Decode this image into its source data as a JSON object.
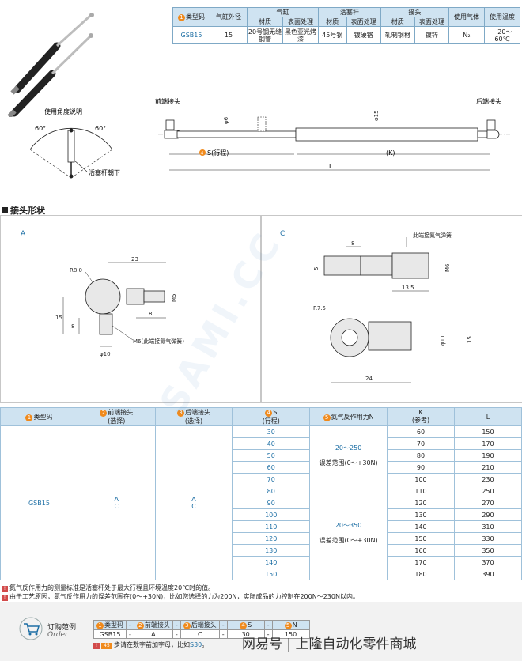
{
  "spec_table": {
    "headers": {
      "type_code": "类型码",
      "cylinder_od": "气缸外径",
      "cylinder": "气缸",
      "piston_rod": "活塞杆",
      "joint": "接头",
      "gas": "使用气体",
      "temp": "使用温度"
    },
    "subheaders": {
      "material": "材质",
      "surface": "表面处理"
    },
    "row": {
      "type_code": "GSB15",
      "cylinder_od": "15",
      "cyl_material": "20号钢无缝钢管",
      "cyl_surface": "黑色亚光烤漆",
      "rod_material": "45号钢",
      "rod_surface": "镀硬铬",
      "joint_material": "轧制钢材",
      "joint_surface": "镀锌",
      "gas": "N₂",
      "temp": "−20～60℃"
    },
    "num1": "1"
  },
  "angle_diagram": {
    "title": "使用角度说明",
    "left_angle": "60°",
    "right_angle": "60°",
    "note": "活塞杆朝下"
  },
  "main_drawing": {
    "front": "前端接头",
    "rear": "后端接头",
    "d6": "φ6",
    "d15": "φ15",
    "stroke_num": "4",
    "stroke": "S(行程)",
    "k": "(K)",
    "l": "L"
  },
  "section_title": "接头形状",
  "joint_a": {
    "label": "A",
    "r": "R8.0",
    "d23": "23",
    "m5": "M5",
    "d15": "15",
    "d8a": "8",
    "d8b": "8",
    "m6": "M6(此端接氮气弹簧)",
    "d10": "φ10"
  },
  "joint_c": {
    "label": "C",
    "d8": "8",
    "note": "此端接氮气弹簧",
    "d5": "5",
    "m6": "M6",
    "d13_5": "13.5",
    "r7_5": "R7.5",
    "d11": "φ11",
    "d15": "15",
    "d24": "24"
  },
  "select_table": {
    "headers": {
      "type": "类型码",
      "front": "前端接头",
      "front_sub": "(选择)",
      "rear": "后端接头",
      "rear_sub": "(选择)",
      "s": "S",
      "s_sub": "(行程)",
      "n": "氮气反作用力N",
      "k": "K",
      "k_sub": "(参考)",
      "l": "L"
    },
    "nums": {
      "n1": "1",
      "n2": "2",
      "n3": "3",
      "n4": "4",
      "n5": "5"
    },
    "type_code": "GSB15",
    "front_opts": [
      "A",
      "C"
    ],
    "rear_opts": [
      "A",
      "C"
    ],
    "force_groups": [
      {
        "range": "20～250",
        "tol": "误差范围(0～+30N)"
      },
      {
        "range": "20～350",
        "tol": "误差范围(0～+30N)"
      }
    ],
    "rows": [
      {
        "s": "30",
        "k": "60",
        "l": "150"
      },
      {
        "s": "40",
        "k": "70",
        "l": "170"
      },
      {
        "s": "50",
        "k": "80",
        "l": "190"
      },
      {
        "s": "60",
        "k": "90",
        "l": "210"
      },
      {
        "s": "70",
        "k": "100",
        "l": "230"
      },
      {
        "s": "80",
        "k": "110",
        "l": "250"
      },
      {
        "s": "90",
        "k": "120",
        "l": "270"
      },
      {
        "s": "100",
        "k": "130",
        "l": "290"
      },
      {
        "s": "110",
        "k": "140",
        "l": "310"
      },
      {
        "s": "120",
        "k": "150",
        "l": "330"
      },
      {
        "s": "130",
        "k": "160",
        "l": "350"
      },
      {
        "s": "140",
        "k": "170",
        "l": "370"
      },
      {
        "s": "150",
        "k": "180",
        "l": "390"
      }
    ]
  },
  "notes": [
    {
      "tag": "!",
      "text": "氮气反作用力的测量标准是活塞杆处于最大行程且环境温度20℃时的值。"
    },
    {
      "tag": "!",
      "text": "由于工艺原因，氮气反作用力的误差范围在(0～+30N)，比如您选择的力为200N，实际成品的力控制在200N～230N以内。"
    }
  ],
  "order": {
    "title": "订购范例",
    "title_en": "Order",
    "headers": [
      "类型码",
      "前端接头",
      "后端接头",
      "S",
      "N"
    ],
    "nums": [
      "1",
      "2",
      "3",
      "4",
      "5"
    ],
    "values": [
      "GSB15",
      "A",
      "C",
      "30",
      "150"
    ],
    "dash": "-",
    "note_tag": "!",
    "note_nums": "45",
    "note": "步请在数字前加字母，比如",
    "note_ex": "S30",
    "note_end": "。"
  },
  "watermark": "SAMI.CC",
  "footer_logo": "网易号 | 上隆自动化零件商城"
}
